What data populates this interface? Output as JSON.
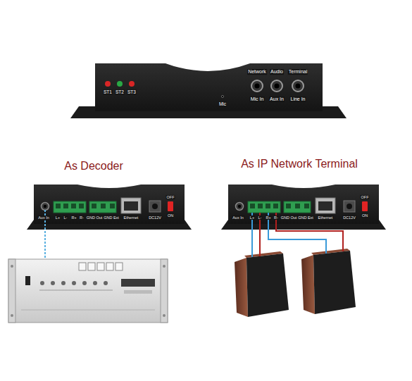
{
  "diagram": {
    "labels": [
      "ST1",
      "ST2",
      "ST3",
      "Mic",
      "Network",
      "Audio",
      "Terminal",
      "Mic In",
      "Aux In",
      "Line In",
      "As Decoder",
      "As IP Network Terminal",
      "Aux In",
      "L+",
      "L-",
      "R+",
      "R-",
      "GND Out",
      "GND Ext",
      "Ethernet",
      "DC12V",
      "OFF",
      "ON",
      "Aux In",
      "L+",
      "L-",
      "R+",
      "R-",
      "GND Out",
      "GND Ext",
      "Ethernet",
      "DC12V",
      "OFF",
      "ON"
    ]
  }
}
